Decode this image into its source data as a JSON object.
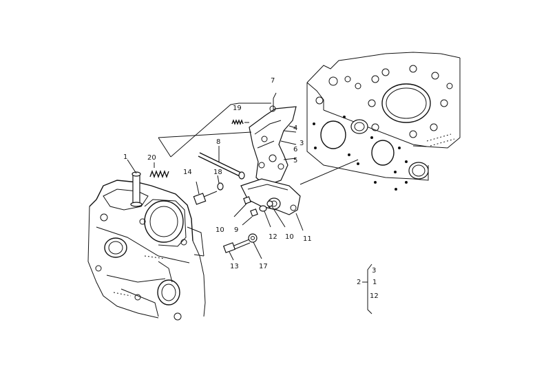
{
  "callouts": [
    {
      "id": "c1",
      "text": "1"
    },
    {
      "id": "c20",
      "text": "20"
    },
    {
      "id": "c14",
      "text": "14"
    },
    {
      "id": "c18",
      "text": "18"
    },
    {
      "id": "c8",
      "text": "8"
    },
    {
      "id": "c19",
      "text": "19"
    },
    {
      "id": "c7",
      "text": "7"
    },
    {
      "id": "c4",
      "text": "4"
    },
    {
      "id": "c3",
      "text": "3"
    },
    {
      "id": "c6",
      "text": "6"
    },
    {
      "id": "c5",
      "text": "5"
    },
    {
      "id": "c10a",
      "text": "10"
    },
    {
      "id": "c9",
      "text": "9"
    },
    {
      "id": "c12",
      "text": "12"
    },
    {
      "id": "c10b",
      "text": "10"
    },
    {
      "id": "c11",
      "text": "11"
    },
    {
      "id": "c13",
      "text": "13"
    },
    {
      "id": "c17",
      "text": "17"
    }
  ],
  "assembly_group": {
    "parent": "2",
    "items": [
      "3",
      "1",
      "12"
    ]
  }
}
